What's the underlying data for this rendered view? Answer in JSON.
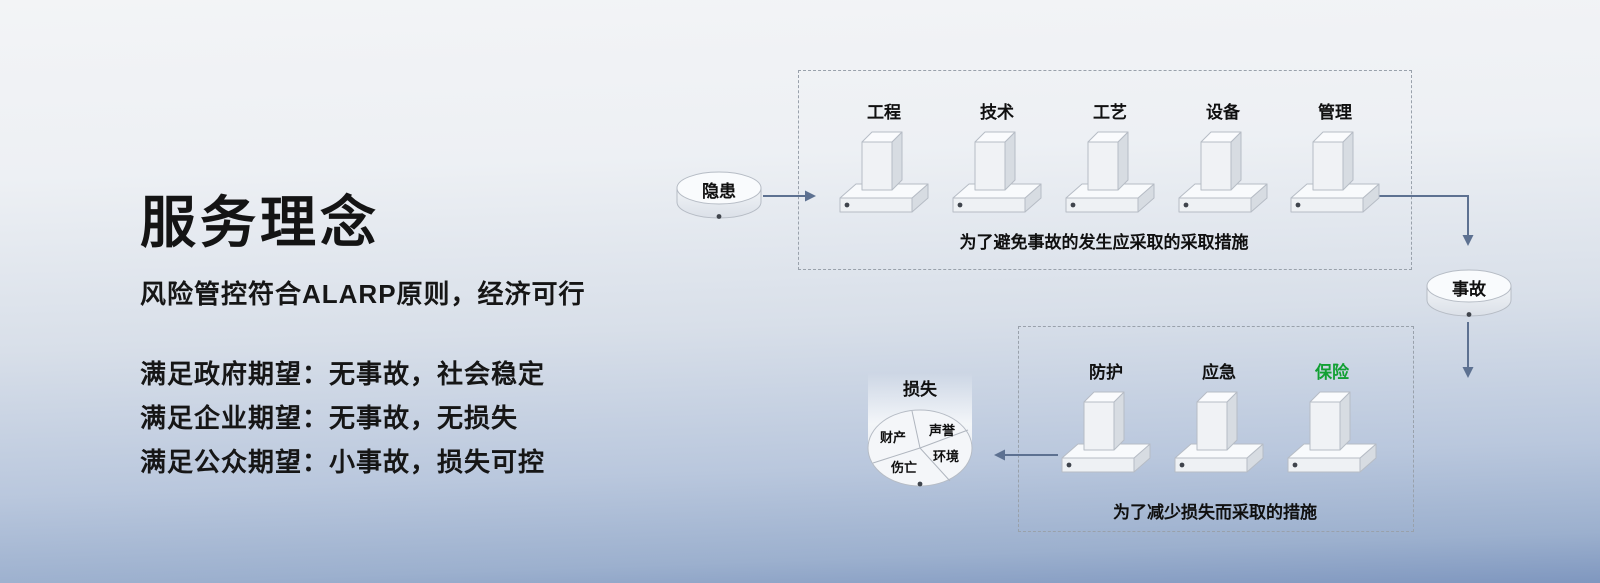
{
  "left_panel": {
    "title": "服务理念",
    "subtitle": "风险管控符合ALARP原则，经济可行",
    "expectations": [
      "满足政府期望：无事故，社会稳定",
      "满足企业期望：无事故，无损失",
      "满足公众期望：小事故，损失可控"
    ]
  },
  "diagram": {
    "hazard_label": "隐患",
    "accident_label": "事故",
    "loss_label": "损失",
    "loss_segments": [
      "财产",
      "声誉",
      "伤亡",
      "环境"
    ],
    "prevention_barriers": [
      "工程",
      "技术",
      "工艺",
      "设备",
      "管理"
    ],
    "prevention_caption": "为了避免事故的发生应采取的采取措施",
    "mitigation_barriers": [
      {
        "label": "防护"
      },
      {
        "label": "应急"
      },
      {
        "label": "保险",
        "label_color": "#12a033"
      }
    ],
    "mitigation_caption": "为了减少损失而采取的措施",
    "colors": {
      "arrow_color": "#5d7191",
      "dashed_border": "#99a1ab",
      "insurance_green": "#12a033"
    }
  }
}
